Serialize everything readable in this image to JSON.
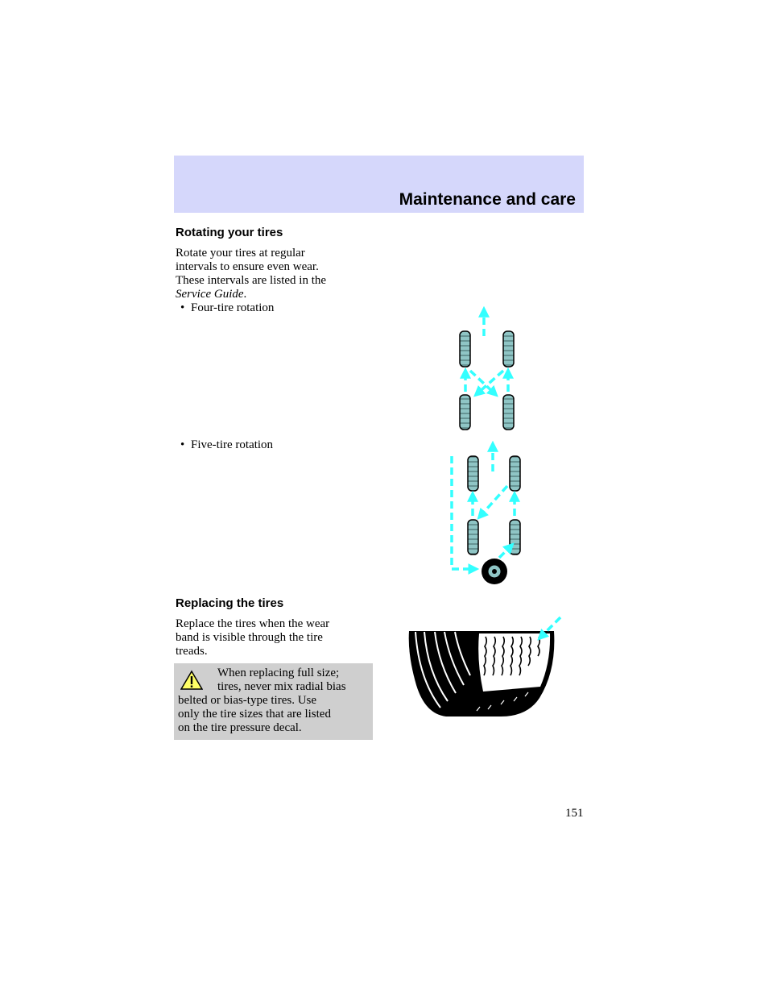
{
  "header": {
    "section_title": "Maintenance and care"
  },
  "rotating": {
    "heading": "Rotating your tires",
    "body_line1": "Rotate your tires at regular",
    "body_line2": "intervals to ensure even wear.",
    "body_line3": "These intervals are listed in the",
    "service_guide": "Service Guide",
    "period": ".",
    "bullets": [
      "Four-tire rotation",
      "Five-tire rotation"
    ]
  },
  "replacing": {
    "heading": "Replacing the tires",
    "body_line1": "Replace the tires when the wear",
    "body_line2": "band is visible through the tire",
    "body_line3": "treads."
  },
  "warning": {
    "line1": "When replacing full size;",
    "line2": "tires, never mix radial bias",
    "line3": "belted or bias-type tires. Use",
    "line4": "only the tire sizes that are listed",
    "line5": "on the tire pressure decal."
  },
  "page_number": "151",
  "colors": {
    "header_band": "#d5d7fb",
    "arrow": "#33ffff",
    "warning_box": "#cfcfcf",
    "tire_fill": "#8fc5c5"
  },
  "icons": {
    "bullet": "•",
    "warning": "warning-triangle-icon"
  }
}
